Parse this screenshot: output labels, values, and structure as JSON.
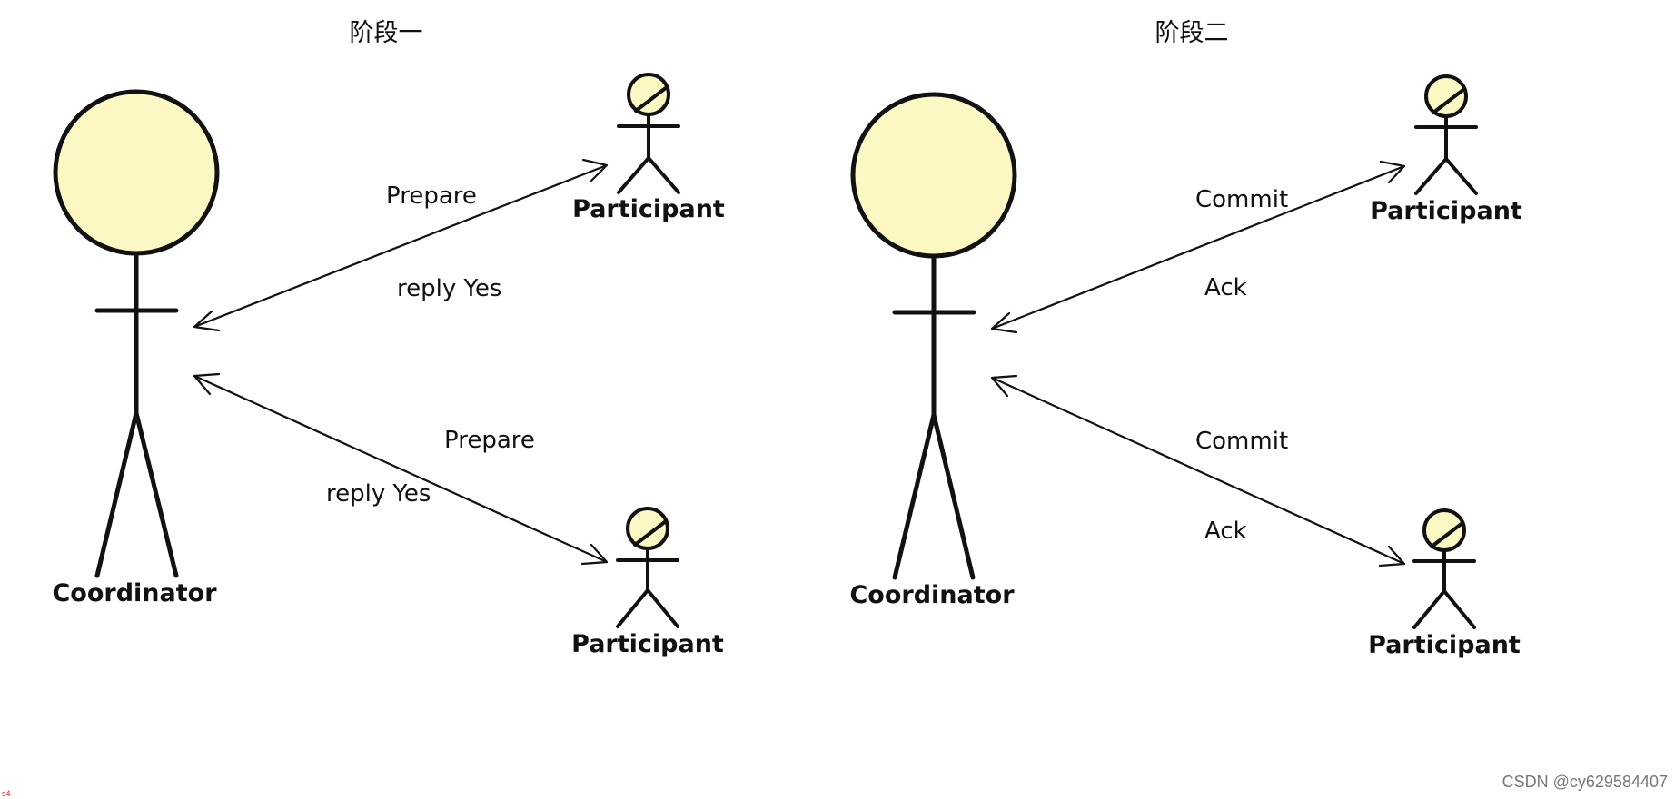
{
  "phases": [
    {
      "title": "阶段一",
      "coordinator": "Coordinator",
      "participants": [
        "Participant",
        "Participant"
      ],
      "messages": {
        "upper_request": "Prepare",
        "upper_reply": "reply Yes",
        "lower_request": "Prepare",
        "lower_reply": "reply Yes"
      }
    },
    {
      "title": "阶段二",
      "coordinator": "Coordinator",
      "participants": [
        "Participant",
        "Participant"
      ],
      "messages": {
        "upper_request": "Commit",
        "upper_reply": "Ack",
        "lower_request": "Commit",
        "lower_reply": "Ack"
      }
    }
  ],
  "watermark": "CSDN @cy629584407",
  "corner_mark": "s4",
  "colors": {
    "head_fill": "#fbf8c4",
    "stroke": "#111111",
    "background": "#ffffff"
  }
}
